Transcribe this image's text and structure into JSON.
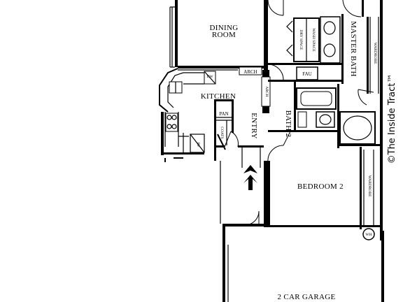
{
  "rooms": {
    "dining_room_line1": "DINING",
    "dining_room_line2": "ROOM",
    "kitchen": "KITCHEN",
    "entry": "ENTRY",
    "master_bath": "MASTER BATH",
    "bath_2": "BATH 2",
    "bedroom_2": "BEDROOM 2",
    "garage": "2 CAR GARAGE"
  },
  "fixtures": {
    "arch_top": "ARCH",
    "arch_side": "ARCH",
    "pantry": "PAN",
    "coats": "COATS",
    "dw": "DW",
    "dry_space": "DRY SPACE",
    "wash_space": "WASH SPACE",
    "fau": "FAU",
    "wardrobe_upper": "WARDROBE",
    "wardrobe_lower": "WARDROBE",
    "wh": "WH",
    "ref": "RF"
  },
  "copyright": "©The Inside Tract™"
}
